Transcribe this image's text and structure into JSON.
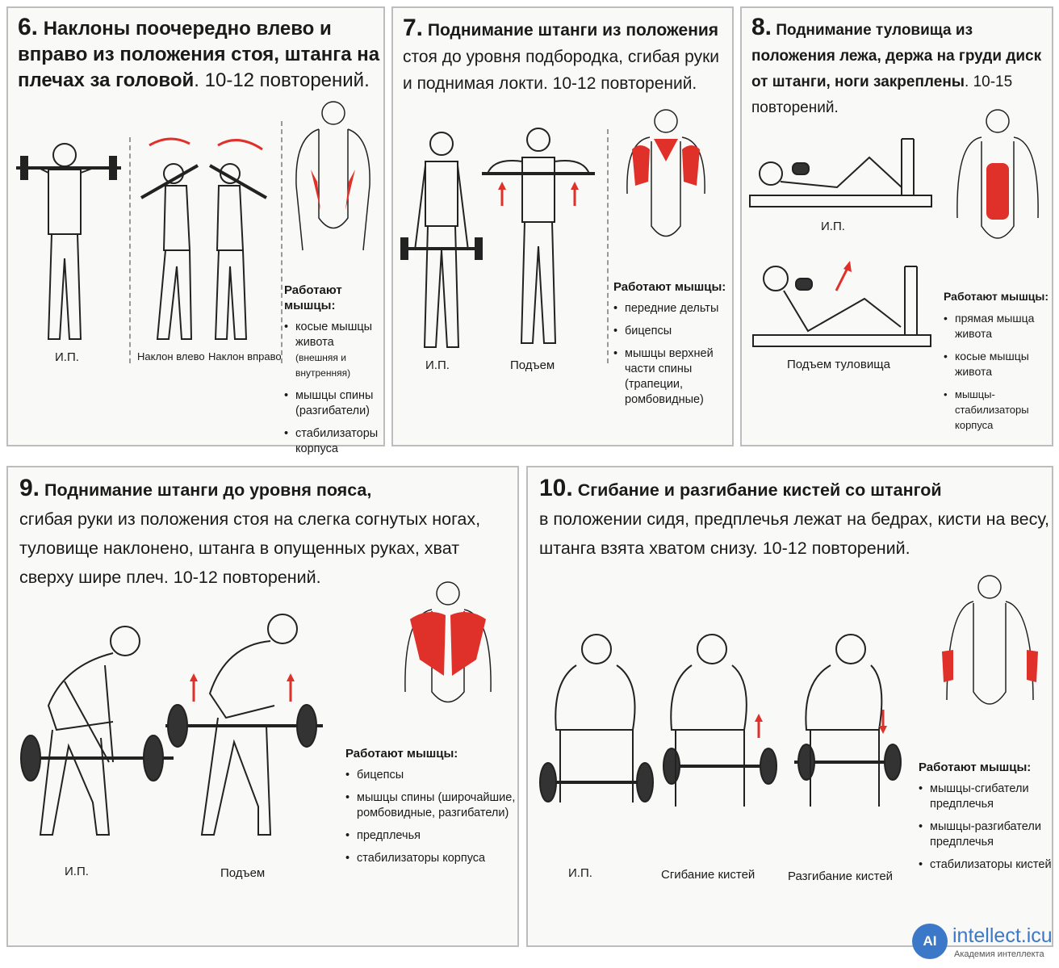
{
  "ex6": {
    "num": "6.",
    "title_bold": "Наклоны поочередно влево и вправо из положения стоя, штанга на плечах за головой",
    "title_rest": ". 10-12 повторений.",
    "captions": [
      "И.П.",
      "Наклон влево",
      "Наклон вправо"
    ],
    "muscles_head": "Работают мышцы:",
    "muscles": [
      "косые мышцы живота",
      "мышцы спины (разгибатели)",
      "стабилизаторы корпуса"
    ],
    "muscles_note": "(внешняя и внутренняя)"
  },
  "ex7": {
    "num": "7.",
    "title_bold": "Поднимание штанги из положения",
    "title_rest": " стоя до уровня подбородка, сгибая руки и поднимая локти. 10-12 повторений.",
    "captions": [
      "И.П.",
      "Подъем"
    ],
    "muscles_head": "Работают мышцы:",
    "muscles": [
      "передние дельты",
      "бицепсы",
      "мышцы верхней части спины (трапеции, ромбовидные)"
    ]
  },
  "ex8": {
    "num": "8.",
    "title_bold": "Поднимание туловища из положения лежа, держа на груди диск от штанги, ноги закреплены",
    "title_rest": ". 10-15 повторений.",
    "captions": [
      "И.П.",
      "Подъем туловища"
    ],
    "muscles_head": "Работают мышцы:",
    "muscles": [
      "прямая мышца живота",
      "косые мышцы живота",
      "мышцы-стабилизаторы корпуса"
    ]
  },
  "ex9": {
    "num": "9.",
    "title_bold": "Поднимание штанги до уровня пояса,",
    "title_rest": "сгибая руки из положения стоя на слегка согнутых ногах, туловище наклонено, штанга в опущенных руках, хват сверху шире плеч. 10-12 повторений.",
    "captions": [
      "И.П.",
      "Подъем"
    ],
    "muscles_head": "Работают мышцы:",
    "muscles": [
      "бицепсы",
      "мышцы спины (широчайшие, ромбовидные, разгибатели)",
      "предплечья",
      "стабилизаторы корпуса"
    ]
  },
  "ex10": {
    "num": "10.",
    "title_bold": "Сгибание и разгибание кистей со штангой",
    "title_rest": "в положении сидя, предплечья лежат на бедрах, кисти на весу, штанга взята хватом снизу. 10-12 повторений.",
    "captions": [
      "И.П.",
      "Сгибание кистей",
      "Разгибание кистей"
    ],
    "muscles_head": "Работают мышцы:",
    "muscles": [
      "мышцы-сгибатели предплечья",
      "мышцы-разгибатели предплечья",
      "стабилизаторы кистей"
    ]
  },
  "watermark": {
    "site": "intellect.icu",
    "subtitle": "Академия интеллекта",
    "logo_letter": "AI"
  },
  "colors": {
    "muscle_red": "#e0302a",
    "border": "#bdbdbd",
    "ink": "#1a1a1a"
  }
}
